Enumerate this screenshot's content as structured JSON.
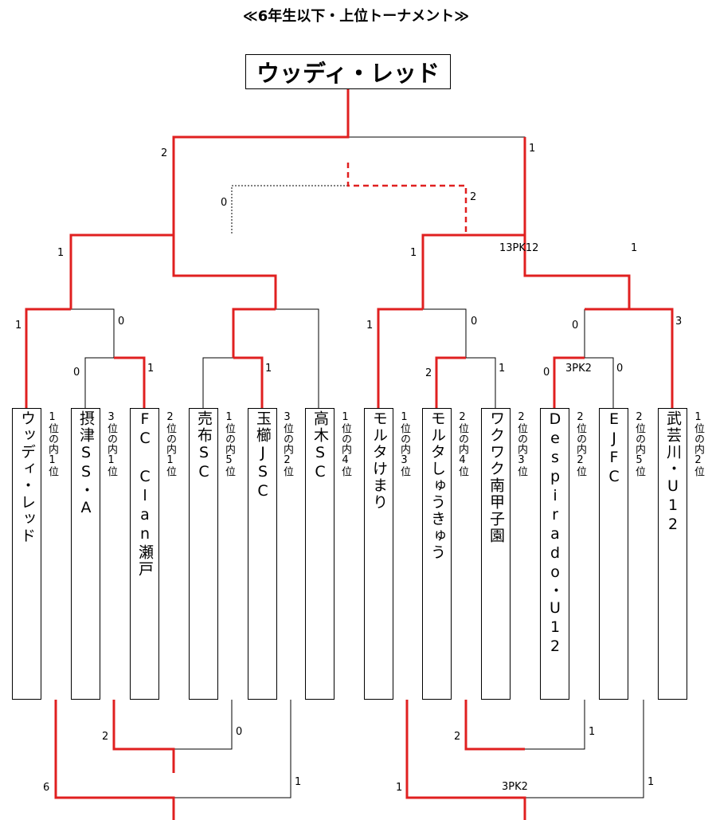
{
  "title": "≪6年生以下・上位トーナメント≫",
  "winner": "ウッディ・レッド",
  "teams": [
    {
      "name": "ウッディ・レッド",
      "rank": "1位の内1位"
    },
    {
      "name": "摂津SS・A",
      "rank": "3位の内1位"
    },
    {
      "name": "FC Clan瀬戸",
      "rank": "2位の内1位"
    },
    {
      "name": "売布SC",
      "rank": "1位の内5位"
    },
    {
      "name": "玉櫛JSC",
      "rank": "3位の内2位"
    },
    {
      "name": "高木SC",
      "rank": "1位の内4位"
    },
    {
      "name": "モルタけまり",
      "rank": "1位の内3位"
    },
    {
      "name": "モルタしゅうきゅう",
      "rank": "2位の内4位"
    },
    {
      "name": "ワクワク南甲子園",
      "rank": "2位の内3位"
    },
    {
      "name": "Despirado・U12",
      "rank": "2位の内2位"
    },
    {
      "name": "EJFC",
      "rank": "2位の内5位"
    },
    {
      "name": "武芸川・U12",
      "rank": "1位の内2位"
    }
  ],
  "scores": {
    "final_left": "2",
    "final_right": "1",
    "third_left": "0",
    "third_right": "2",
    "sf_left_top": "1",
    "sf_right_top": "1",
    "sf_right_pk": "13PK12",
    "sf_right_bottom": "1",
    "qf1_left": "1",
    "qf1_right": "0",
    "qf3_left": "1",
    "qf3_right": "0",
    "qf4_left": "0",
    "qf4_right": "3",
    "r1_a_left": "0",
    "r1_a_right": "1",
    "r1_b_right": "1",
    "r1_c_left": "2",
    "r1_c_right": "1",
    "r1_d_left": "0",
    "r1_d_pk": "3PK2",
    "r1_d_right": "0",
    "lower_l1_left": "2",
    "lower_l1_right": "0",
    "lower_l2_left": "6",
    "lower_l2_right": "1",
    "lower_r1_left": "2",
    "lower_r1_right": "1",
    "lower_r2_left": "1",
    "lower_r2_pk": "3PK2",
    "lower_r2_right": "1"
  },
  "colors": {
    "winner_line": "#e02020",
    "line": "#000000"
  }
}
